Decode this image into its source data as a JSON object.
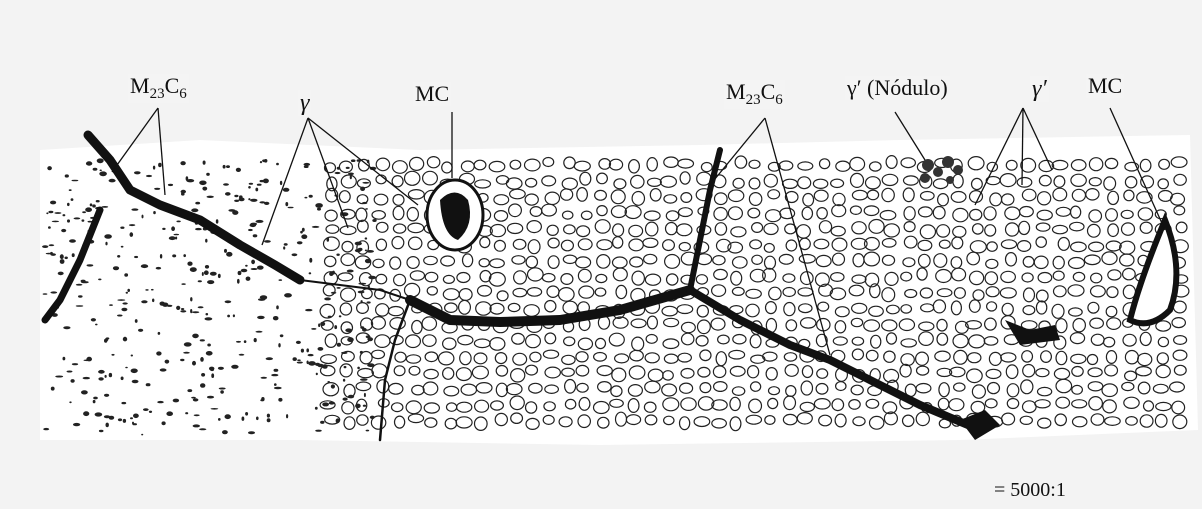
{
  "labels": {
    "m23c6_left": {
      "base": "M",
      "sub1": "23",
      "mid": "C",
      "sub2": "6"
    },
    "gamma_left": "γ",
    "mc_center": "MC",
    "m23c6_right": {
      "base": "M",
      "sub1": "23",
      "mid": "C",
      "sub2": "6"
    },
    "gamma_prime_nodule": "γ′ (Nódulo)",
    "gamma_prime": "γ′",
    "mc_right": "MC"
  },
  "scale": "= 5000:1",
  "colors": {
    "ink": "#111111",
    "background": "#f3f3f3",
    "micrograph": "#ffffff"
  }
}
